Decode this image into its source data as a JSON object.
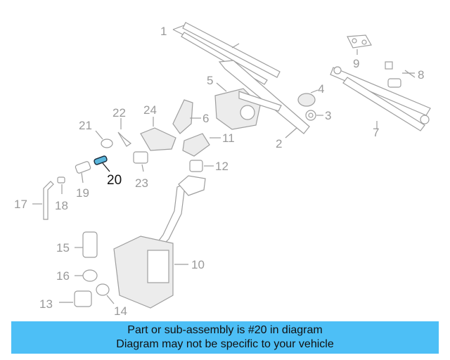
{
  "diagram": {
    "callouts": [
      "1",
      "2",
      "3",
      "4",
      "5",
      "6",
      "7",
      "8",
      "9",
      "10",
      "11",
      "12",
      "13",
      "14",
      "15",
      "16",
      "17",
      "18",
      "19",
      "20",
      "21",
      "22",
      "23",
      "24"
    ],
    "highlighted": "20"
  },
  "banner": {
    "line1": "Part or sub-assembly is #20 in diagram",
    "line2": "Diagram may not be specific to your vehicle"
  },
  "colors": {
    "banner_bg": "#4dbff6",
    "highlight_part": "#5ab6dc",
    "line_art": "#9e9e9e"
  }
}
